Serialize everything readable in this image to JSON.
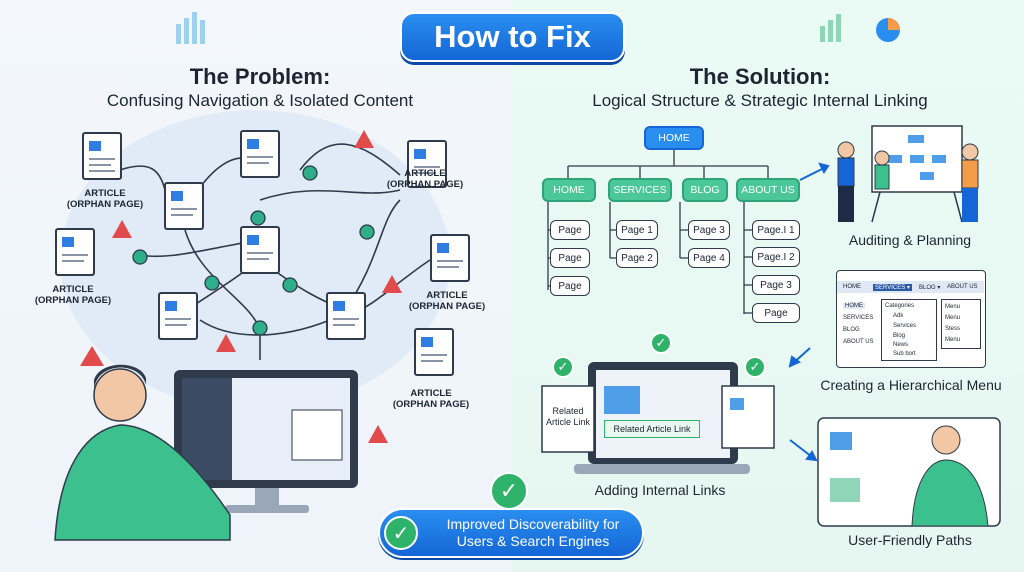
{
  "banner": "How to Fix",
  "problem": {
    "title": "The Problem:",
    "subtitle": "Confusing Navigation & Isolated Content",
    "orphan_label_1": "ARTICLE",
    "orphan_label_2": "(ORPHAN PAGE)"
  },
  "solution": {
    "title": "The Solution:",
    "subtitle": "Logical Structure & Strategic Internal Linking",
    "tree": {
      "root": "HOME",
      "level1": [
        "HOME",
        "SERVICES",
        "BLOG",
        "ABOUT US"
      ],
      "home_pages": [
        "Page",
        "Page",
        "Page"
      ],
      "services_pages": [
        "Page 1",
        "Page 2"
      ],
      "blog_pages": [
        "Page 3",
        "Page 4"
      ],
      "about_pages": [
        "Page.I 1",
        "Page.I 2",
        "Page 3",
        "Page"
      ]
    },
    "steps": {
      "auditing": "Auditing & Planning",
      "menu": "Creating a Hierarchical Menu",
      "internal_links": "Adding Internal Links",
      "paths": "User-Friendly Paths"
    },
    "menu_mock": {
      "top_items": [
        "HOME",
        "SERVICES ▾",
        "BLOG ▾",
        "ABOUT US"
      ],
      "side_items": [
        "HOME",
        "SERVICES",
        "BLOG",
        "ABOUT US"
      ],
      "sub_items": [
        "Categories",
        "Adk",
        "Services",
        "Blog",
        "News",
        "Sub bort"
      ],
      "right_items": [
        "Menu",
        "Menu",
        "Stess",
        "Menu"
      ]
    },
    "link_mock": {
      "left_card": "Related Article Link",
      "center_link": "Related Article Link"
    }
  },
  "footer_badge": "Improved Discoverability for Users & Search Engines",
  "colors": {
    "accent": "#1466d6",
    "green": "#2fb36a",
    "node_green": "#4cc79a"
  }
}
